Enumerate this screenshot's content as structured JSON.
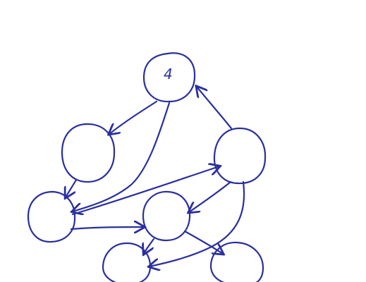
{
  "diagram": {
    "ink_color": "#2a2f9e",
    "background": "#ffffff",
    "nodes": [
      {
        "id": "top",
        "label": "4"
      },
      {
        "id": "left-upper",
        "label": ""
      },
      {
        "id": "right",
        "label": ""
      },
      {
        "id": "left-lower",
        "label": ""
      },
      {
        "id": "center",
        "label": ""
      },
      {
        "id": "bottom-left",
        "label": ""
      },
      {
        "id": "bottom-right",
        "label": ""
      }
    ],
    "edges": [
      {
        "from": "top",
        "to": "left-upper"
      },
      {
        "from": "top",
        "to": "left-lower"
      },
      {
        "from": "left-upper",
        "to": "left-lower"
      },
      {
        "from": "right",
        "to": "top"
      },
      {
        "from": "left-lower",
        "to": "right"
      },
      {
        "from": "left-lower",
        "to": "center"
      },
      {
        "from": "right",
        "to": "center"
      },
      {
        "from": "right",
        "to": "bottom-left"
      },
      {
        "from": "center",
        "to": "bottom-left"
      },
      {
        "from": "center",
        "to": "bottom-right"
      }
    ]
  }
}
